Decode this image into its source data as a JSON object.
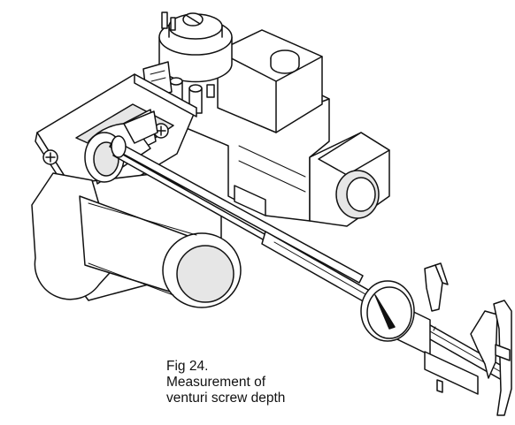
{
  "figure": {
    "caption_lines": [
      "Fig 24.",
      "Measurement of",
      "venturi screw depth"
    ]
  }
}
